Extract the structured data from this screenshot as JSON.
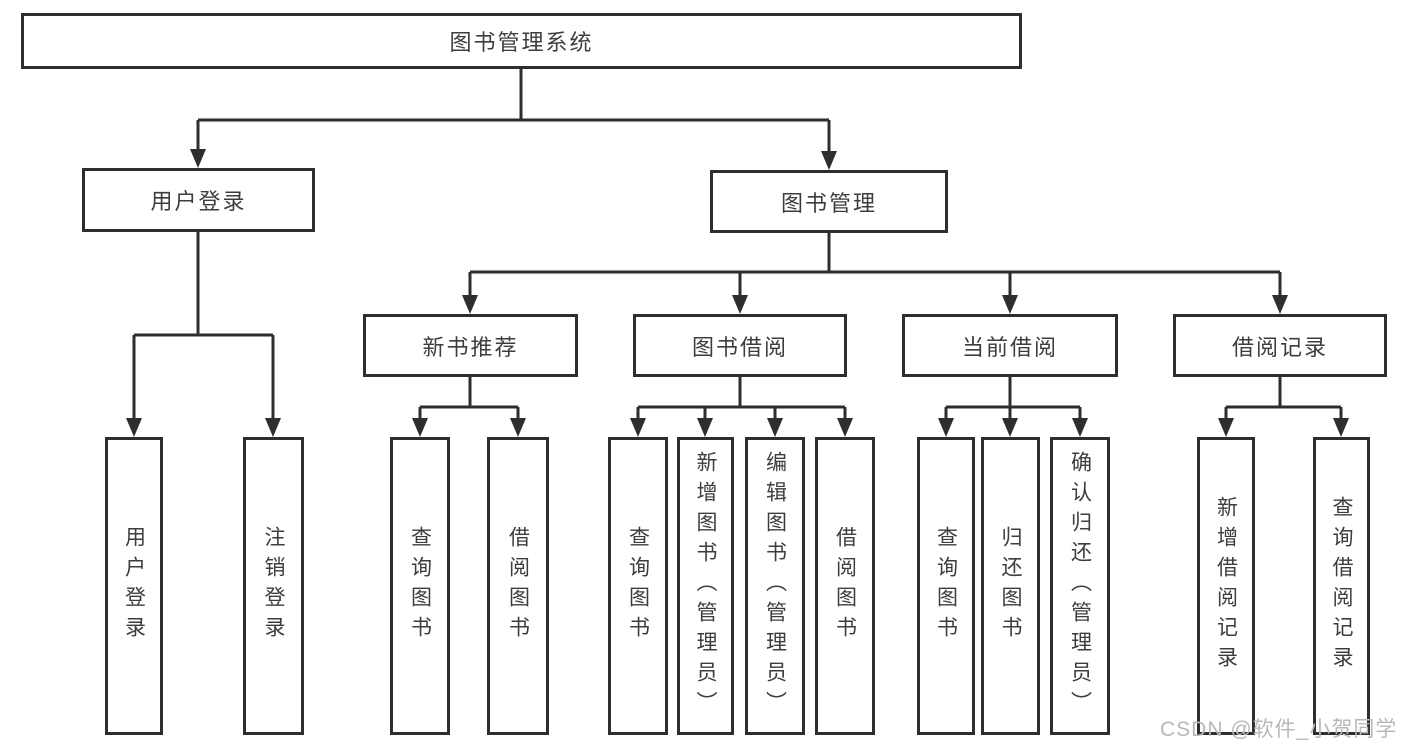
{
  "tree": {
    "root": "图书管理系统",
    "branches": [
      {
        "label": "用户登录",
        "leaves": [
          "用户登录",
          "注销登录"
        ]
      },
      {
        "label": "图书管理",
        "children": [
          {
            "label": "新书推荐",
            "leaves": [
              "查询图书",
              "借阅图书"
            ]
          },
          {
            "label": "图书借阅",
            "leaves": [
              "查询图书",
              "新增图书（管理员）",
              "编辑图书（管理员）",
              "借阅图书"
            ]
          },
          {
            "label": "当前借阅",
            "leaves": [
              "查询图书",
              "归还图书",
              "确认归还（管理员）"
            ]
          },
          {
            "label": "借阅记录",
            "leaves": [
              "新增借阅记录",
              "查询借阅记录"
            ]
          }
        ]
      }
    ]
  },
  "watermark": "CSDN @软件_小贺同学",
  "colors": {
    "line": "#2e2e2e",
    "text": "#3d3d3d",
    "watermark": "#b8b8b8",
    "background": "#ffffff"
  }
}
